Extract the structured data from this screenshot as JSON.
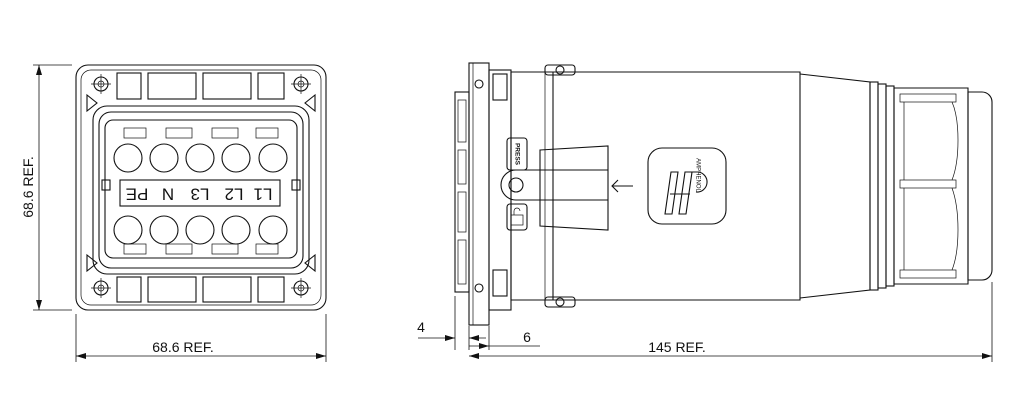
{
  "dimensions": {
    "height_ref": "68.6 REF.",
    "width_ref": "68.6 REF.",
    "flange_thickness": "4",
    "offset": "6",
    "length_ref": "145 REF."
  },
  "front_view": {
    "contact_labels": [
      "L1",
      "L2",
      "L3",
      "N",
      "PE"
    ]
  },
  "side_view": {
    "press_label": "PRESS",
    "logo_label": "AMPHENOL",
    "unlock_icon": "unlock-icon",
    "latch_arrow_icon": "arrow-left-icon"
  },
  "colors": {
    "line": "#111111",
    "background": "#ffffff"
  }
}
